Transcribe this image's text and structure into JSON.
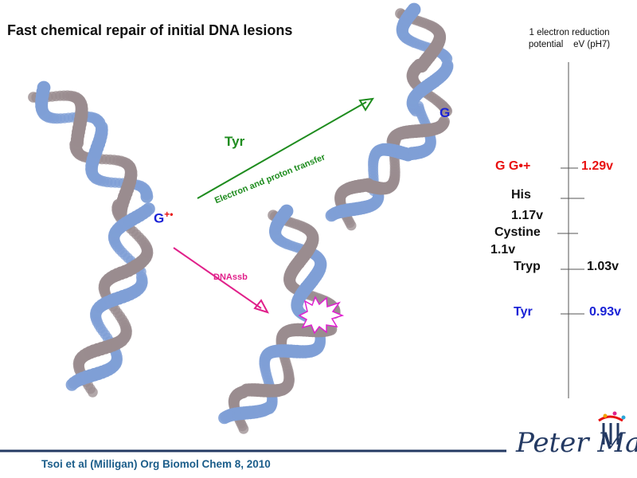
{
  "title": "Fast chemical repair of initial DNA lesions",
  "scale_header": {
    "line1": "1 electron reduction",
    "line2": "potential    eV (pH7)"
  },
  "diagram": {
    "g_radical": {
      "base": "G",
      "charge": "+•"
    },
    "g_repaired": "G",
    "tyr_label": "Tyr",
    "transfer_label": "Electron and proton transfer",
    "dnassb_label": "DNAssb"
  },
  "scale_entries": {
    "g": {
      "name": "G  G•+",
      "value": "1.29v"
    },
    "his": {
      "name": "His",
      "value": "1.17v"
    },
    "cystine": {
      "name": "Cystine",
      "value": "1.1v"
    },
    "tryp": {
      "name": "Tryp",
      "value": "1.03v"
    },
    "tyr": {
      "name": "Tyr",
      "value": "0.93v"
    }
  },
  "citation": "Tsoi et al (Milligan) Org Biomol Chem 8, 2010",
  "logo": "Peter Mac",
  "colors": {
    "dna_blue": "#7f9fd6",
    "dna_grey": "#9a8c8f",
    "arrow_green": "#1e8c1e",
    "arrow_magenta": "#e0208a",
    "red": "#e81010",
    "blue": "#1a22d6"
  }
}
